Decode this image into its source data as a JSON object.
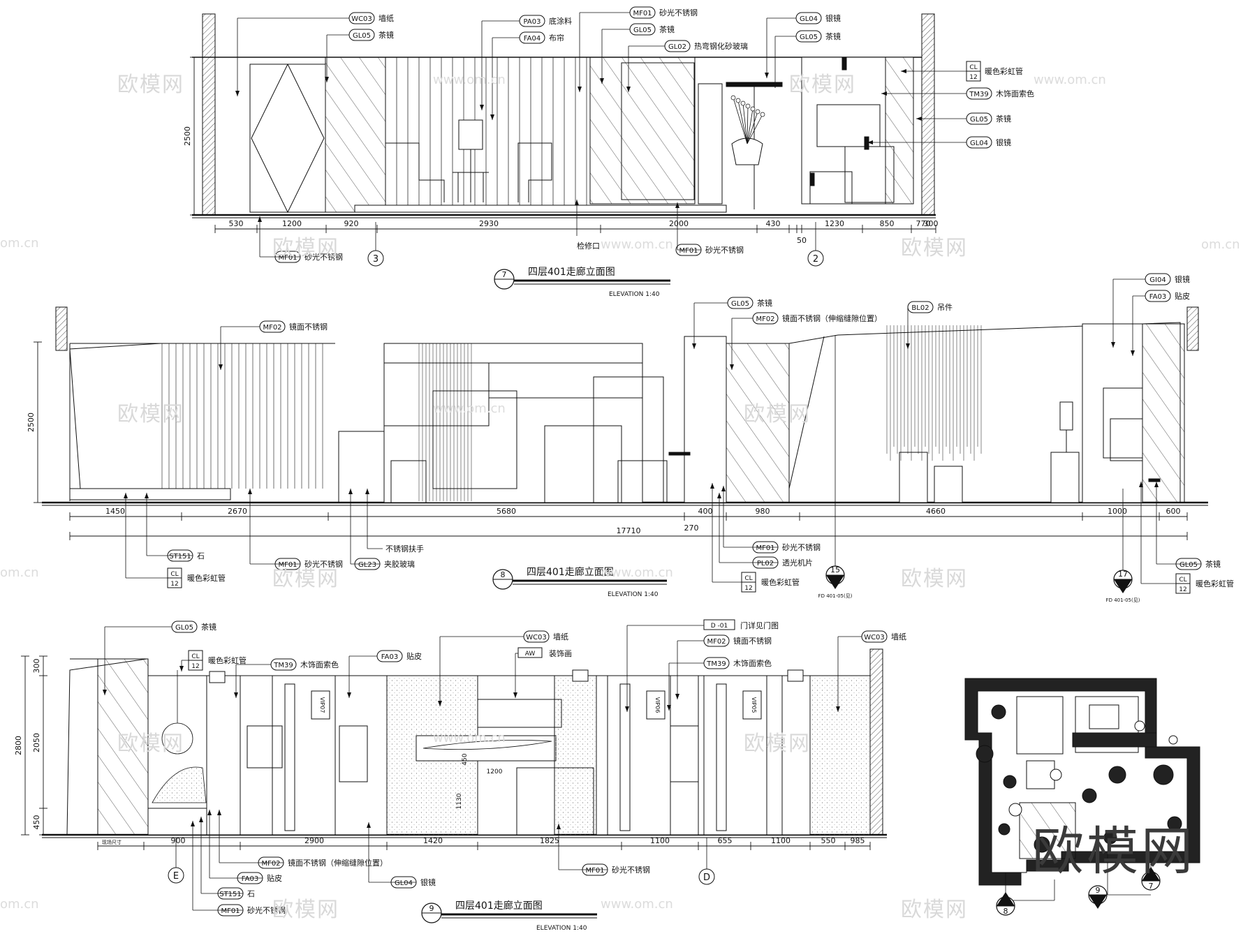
{
  "watermark": {
    "brand": "欧模网",
    "url": "www.om.cn",
    "url_short": "om.cn"
  },
  "elev7": {
    "title": "四层401走廊立面图",
    "scale": "ELEVATION   1:40",
    "badge": "7",
    "height_dim": "2500",
    "dims": [
      "530",
      "1200",
      "920",
      "2930",
      "2000",
      "430",
      "1230",
      "850",
      "770",
      "300"
    ],
    "dim_50": "50",
    "tags_top": [
      {
        "code": "WC03",
        "text": "墙纸"
      },
      {
        "code": "GL05",
        "text": "茶镜"
      },
      {
        "code": "PA03",
        "text": "底涂料"
      },
      {
        "code": "FA04",
        "text": "布帘"
      },
      {
        "code": "MF01",
        "text": "砂光不锈钢"
      },
      {
        "code": "GL05",
        "text": "茶镜"
      },
      {
        "code": "GL02",
        "text": "热弯钢化砂玻璃"
      },
      {
        "code": "GL04",
        "text": "银镜"
      },
      {
        "code": "GL05",
        "text": "茶镜"
      }
    ],
    "tags_right": [
      {
        "code": "CL 12",
        "text": "暖色彩虹管"
      },
      {
        "code": "TM39",
        "text": "木饰面索色"
      },
      {
        "code": "GL05",
        "text": "茶镜"
      },
      {
        "code": "GL04",
        "text": "银镜"
      }
    ],
    "tags_bottom": [
      {
        "code": "MF01",
        "text": "砂光不锈钢"
      },
      {
        "code": "",
        "text": "检修口"
      },
      {
        "code": "MF01",
        "text": "砂光不锈钢"
      }
    ],
    "circles": [
      "3",
      "2"
    ]
  },
  "elev8": {
    "title": "四层401走廊立面图",
    "scale": "ELEVATION   1:40",
    "badge": "8",
    "height_dim": "2500",
    "dims": [
      "1450",
      "2670",
      "5680",
      "400",
      "980",
      "4660",
      "1000",
      "600"
    ],
    "dim_270": "270",
    "total": "17710",
    "tags_top": [
      {
        "code": "MF02",
        "text": "镜面不锈钢"
      },
      {
        "code": "GL05",
        "text": "茶镜"
      },
      {
        "code": "MF02",
        "text": "镜面不锈钢（伸缩缝隙位置）"
      },
      {
        "code": "BL02",
        "text": "吊件"
      },
      {
        "code": "GI04",
        "text": "银镜"
      },
      {
        "code": "FA03",
        "text": "贴皮"
      }
    ],
    "tags_bottom": [
      {
        "code": "",
        "text": "不锈钢扶手"
      },
      {
        "code": "ST151",
        "text": "石"
      },
      {
        "code": "MF01",
        "text": "砂光不锈钢"
      },
      {
        "code": "GL23",
        "text": "夹胶玻璃"
      },
      {
        "code": "CL 12",
        "text": "暖色彩虹管"
      },
      {
        "code": "MF01",
        "text": "砂光不锈钢"
      },
      {
        "code": "PL02",
        "text": "透光机片"
      },
      {
        "code": "CL 12",
        "text": "暖色彩虹管"
      },
      {
        "code": "GL05",
        "text": "茶镜"
      },
      {
        "code": "CL 12",
        "text": "暖色彩虹管"
      }
    ],
    "detail15": {
      "num": "15",
      "ref": "FD 401-05(见)"
    },
    "detail17": {
      "num": "17",
      "ref": "FD 401-05(见)"
    }
  },
  "elev9": {
    "title": "四层401走廊立面图",
    "scale": "ELEVATION   1:40",
    "badge": "9",
    "height_dims": [
      "300",
      "2050",
      "450"
    ],
    "height_total": "2800",
    "inner_dims": [
      "450",
      "1200",
      "1130"
    ],
    "dims": [
      "900",
      "2900",
      "1420",
      "1825",
      "1100",
      "655",
      "1100",
      "550",
      "985"
    ],
    "dims_first_label": "现场尺寸",
    "door_labels": [
      "VIP07",
      "VIP06",
      "VIP05"
    ],
    "tags_top": [
      {
        "code": "GL05",
        "text": "茶镜"
      },
      {
        "code": "CL 12",
        "text": "暖色彩虹管"
      },
      {
        "code": "TM39",
        "text": "木饰面索色"
      },
      {
        "code": "FA03",
        "text": "贴皮"
      },
      {
        "code": "WC03",
        "text": "墙纸"
      },
      {
        "code": "AW",
        "text": "装饰画"
      },
      {
        "code": "D -01",
        "text": "门详见门图"
      },
      {
        "code": "MF02",
        "text": "镜面不锈钢"
      },
      {
        "code": "TM39",
        "text": "木饰面索色"
      },
      {
        "code": "WC03",
        "text": "墙纸"
      }
    ],
    "tags_bottom": [
      {
        "code": "MF02",
        "text": "镜面不锈钢（伸缩缝隙位置）"
      },
      {
        "code": "FA03",
        "text": "贴皮"
      },
      {
        "code": "ST151",
        "text": "石"
      },
      {
        "code": "MF01",
        "text": "砂光不锈钢"
      },
      {
        "code": "GL04",
        "text": "银镜"
      },
      {
        "code": "MF01",
        "text": "砂光不锈钢"
      }
    ],
    "circles": [
      "E",
      "D"
    ]
  },
  "keyplan": {
    "markers": [
      "8",
      "9",
      "7"
    ]
  }
}
